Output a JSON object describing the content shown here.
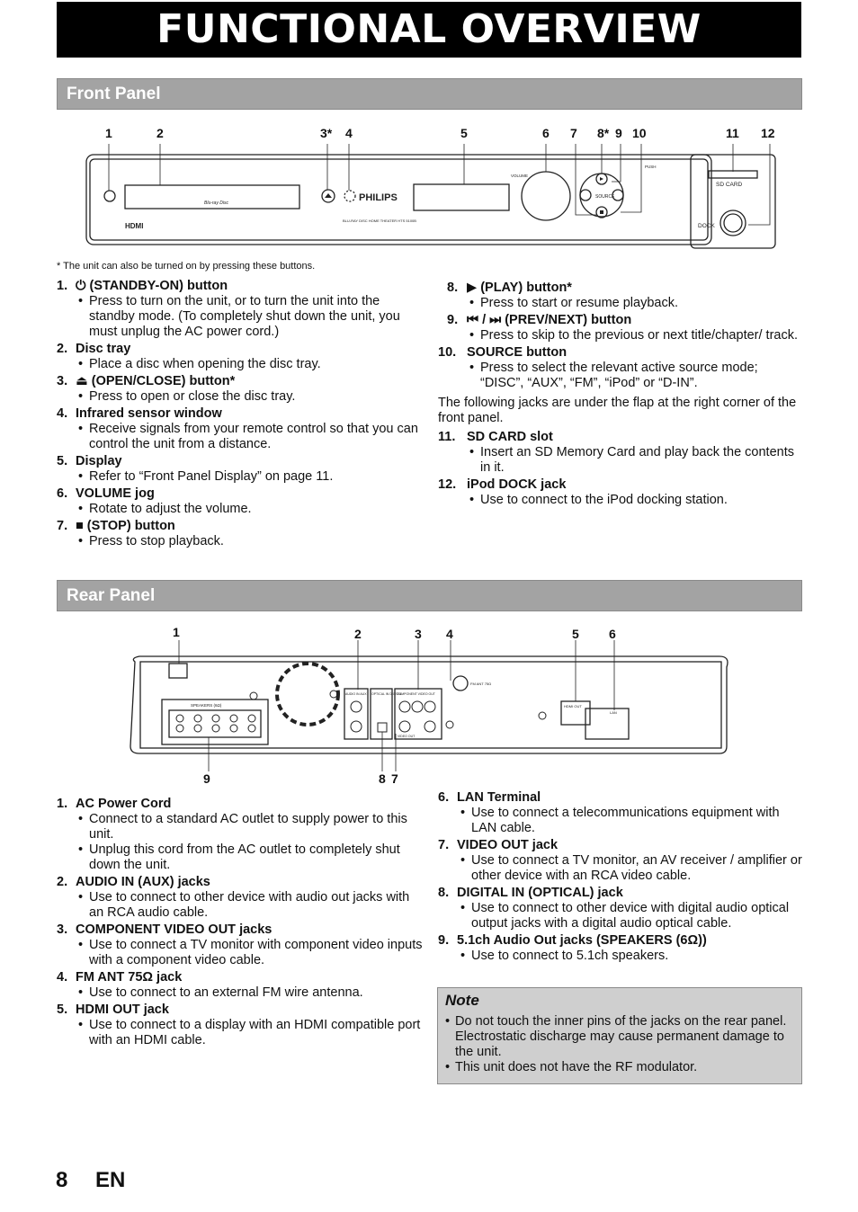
{
  "title": "FUNCTIONAL OVERVIEW",
  "front_panel": {
    "heading": "Front Panel",
    "callouts": [
      "1",
      "2",
      "3*",
      "4",
      "5",
      "6",
      "7",
      "8*",
      "9",
      "10",
      "11",
      "12"
    ],
    "device_text": {
      "brand": "PHILIPS",
      "model": "BLU-RAY DISC HOME THEATER HTS 5100B",
      "volume": "VOLUME",
      "source": "SOURCE",
      "push": "PUSH",
      "sd_card": "SD CARD",
      "dock": "DOCK",
      "hdmi": "HDMI",
      "bluray": "Blu-ray Disc"
    },
    "footnote": "* The unit can also be turned on by pressing these buttons.",
    "left_items": [
      {
        "num": "1.",
        "label": "(STANDBY-ON) button",
        "icon": "power-icon",
        "bullets": [
          "Press to turn on the unit, or to turn the unit into the standby mode. (To completely shut down the unit, you must unplug the AC power cord.)"
        ]
      },
      {
        "num": "2.",
        "label": "Disc tray",
        "bullets": [
          "Place a disc when opening the disc tray."
        ]
      },
      {
        "num": "3.",
        "label": "(OPEN/CLOSE) button*",
        "icon": "eject-icon",
        "bullets": [
          "Press to open or close the disc tray."
        ]
      },
      {
        "num": "4.",
        "label": "Infrared sensor window",
        "bullets": [
          "Receive signals from your remote control so that you can control the unit from a distance."
        ]
      },
      {
        "num": "5.",
        "label": "Display",
        "bullets": [
          "Refer to “Front Panel Display” on page 11."
        ]
      },
      {
        "num": "6.",
        "label": "VOLUME jog",
        "bullets": [
          "Rotate to adjust the volume."
        ]
      },
      {
        "num": "7.",
        "label": "(STOP) button",
        "icon": "stop-icon",
        "bullets": [
          "Press to stop playback."
        ]
      }
    ],
    "right_items": [
      {
        "num": "8.",
        "label": "(PLAY) button*",
        "icon": "play-icon",
        "bullets": [
          "Press to start or resume playback."
        ]
      },
      {
        "num": "9.",
        "label": "(PREV/NEXT) button",
        "icon": "prev-next-icon",
        "bullets": [
          "Press to skip to the previous or next title/chapter/ track."
        ]
      },
      {
        "num": "10.",
        "label": "SOURCE button",
        "bullets": [
          "Press to select the relevant active source mode; “DISC”, “AUX”, “FM”, “iPod” or “D-IN”."
        ]
      }
    ],
    "jack_intro": "The following jacks are under the flap at the right corner of the front panel.",
    "jack_items": [
      {
        "num": "11.",
        "label": "SD CARD slot",
        "bullets": [
          "Insert an SD Memory Card and play back the contents in it."
        ]
      },
      {
        "num": "12.",
        "label": "iPod DOCK jack",
        "bullets": [
          "Use to connect to the iPod docking station."
        ]
      }
    ]
  },
  "rear_panel": {
    "heading": "Rear Panel",
    "callouts": [
      "1",
      "2",
      "3",
      "4",
      "5",
      "6",
      "9",
      "8",
      "7"
    ],
    "device_text": {
      "speakers": "SPEAKERS (6Ω)",
      "audio_in": "AUDIO IN AUX",
      "optical": "OPTICAL IN DIGITAL",
      "component": "COMPONENT VIDEO OUT",
      "fm_ant": "FM ANT 75Ω",
      "hdmi_out": "HDMI OUT",
      "lan": "LAN",
      "video_out": "VIDEO OUT"
    },
    "left_items": [
      {
        "num": "1.",
        "label": "AC Power Cord",
        "bullets": [
          "Connect to a standard AC outlet to supply power to this unit.",
          "Unplug this cord from the AC outlet to completely shut down the unit."
        ]
      },
      {
        "num": "2.",
        "label": "AUDIO IN (AUX) jacks",
        "bullets": [
          "Use to connect to other device with audio out jacks with an RCA audio cable."
        ]
      },
      {
        "num": "3.",
        "label": "COMPONENT VIDEO OUT jacks",
        "bullets": [
          "Use to connect a TV monitor with component video inputs with a component video cable."
        ]
      },
      {
        "num": "4.",
        "label": "FM ANT 75Ω jack",
        "bullets": [
          "Use to connect to an external FM wire antenna."
        ]
      },
      {
        "num": "5.",
        "label": "HDMI OUT jack",
        "bullets": [
          "Use to connect to a display with an HDMI compatible port with an HDMI cable."
        ]
      }
    ],
    "right_items": [
      {
        "num": "6.",
        "label": "LAN Terminal",
        "bullets": [
          "Use to connect a telecommunications equipment with LAN cable."
        ]
      },
      {
        "num": "7.",
        "label": "VIDEO OUT jack",
        "bullets": [
          "Use to connect a TV monitor, an AV receiver / amplifier or other device with an RCA video cable."
        ]
      },
      {
        "num": "8.",
        "label": "DIGITAL IN (OPTICAL) jack",
        "bullets": [
          "Use to connect to other device with digital audio optical output jacks with a digital audio optical cable."
        ]
      },
      {
        "num": "9.",
        "label": "5.1ch Audio Out jacks (SPEAKERS (6Ω))",
        "bullets": [
          "Use to connect to 5.1ch speakers."
        ]
      }
    ]
  },
  "note": {
    "title": "Note",
    "items": [
      "Do not touch the inner pins of the jacks on the rear panel. Electrostatic discharge may cause permanent damage to the unit.",
      "This unit does not have the RF modulator."
    ]
  },
  "footer": {
    "page": "8",
    "lang": "EN"
  }
}
